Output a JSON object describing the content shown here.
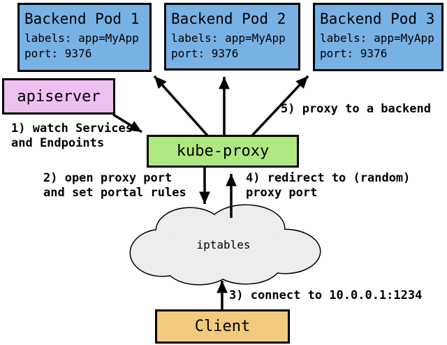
{
  "pods": [
    {
      "title": "Backend Pod 1",
      "labels": "labels: app=MyApp",
      "port": "port: 9376"
    },
    {
      "title": "Backend Pod 2",
      "labels": "labels: app=MyApp",
      "port": "port: 9376"
    },
    {
      "title": "Backend Pod 3",
      "labels": "labels: app=MyApp",
      "port": "port: 9376"
    }
  ],
  "apiserver": {
    "label": "apiserver"
  },
  "kube_proxy": {
    "label": "kube-proxy"
  },
  "iptables": {
    "label": "iptables"
  },
  "client": {
    "label": "Client"
  },
  "steps": {
    "s1": "1) watch Services\nand Endpoints",
    "s2": "2) open proxy port\nand set portal rules",
    "s3": "3) connect to 10.0.0.1:1234",
    "s4": "4) redirect to (random)\nproxy port",
    "s5": "5) proxy to a backend"
  },
  "colors": {
    "pod_fill": "#78b1e4",
    "apiserver_fill": "#eec0f0",
    "kube_proxy_fill": "#aee882",
    "client_fill": "#f0ca7d",
    "cloud_fill": "#ededed",
    "outline": "#000000"
  }
}
